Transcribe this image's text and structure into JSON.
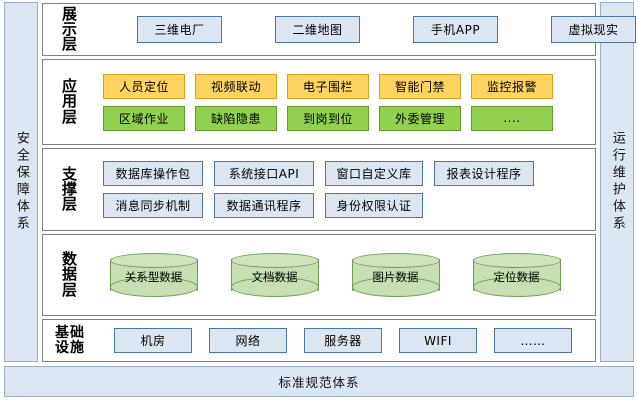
{
  "bands": {
    "left": {
      "label": "安全保障体系"
    },
    "right": {
      "label": "运行维护体系"
    }
  },
  "bottom_bar": {
    "label": "标准规范体系"
  },
  "layers": [
    {
      "key": "presentation",
      "title": "展示层",
      "title_lines": [
        "展",
        "示",
        "层"
      ],
      "style": "blue",
      "rows": [
        {
          "nodes": [
            "三维电厂",
            "二维地图",
            "手机APP",
            "虚拟现实"
          ]
        }
      ]
    },
    {
      "key": "application",
      "title": "应用层",
      "title_lines": [
        "应",
        "用",
        "层"
      ],
      "rows": [
        {
          "style": "yellow",
          "nodes": [
            "人员定位",
            "视频联动",
            "电子围栏",
            "智能门禁",
            "监控报警"
          ]
        },
        {
          "style": "green",
          "nodes": [
            "区域作业",
            "缺陷隐患",
            "到岗到位",
            "外委管理",
            "...."
          ]
        }
      ]
    },
    {
      "key": "support",
      "title": "支撑层",
      "title_lines": [
        "支",
        "撑",
        "层"
      ],
      "style": "blue",
      "rows": [
        {
          "nodes": [
            "数据库操作包",
            "系统接口API",
            "窗口自定义库",
            "报表设计程序"
          ]
        },
        {
          "nodes": [
            "消息同步机制",
            "数据通讯程序",
            "身份权限认证"
          ]
        }
      ]
    },
    {
      "key": "data",
      "title": "数据层",
      "title_lines": [
        "数",
        "据",
        "层"
      ],
      "style": "cylinder",
      "rows": [
        {
          "nodes": [
            "关系型数据",
            "文档数据",
            "图片数据",
            "定位数据"
          ]
        }
      ]
    },
    {
      "key": "infrastructure",
      "title": "基础设施",
      "title_lines": [
        "基础",
        "设施"
      ],
      "style": "blue",
      "rows": [
        {
          "nodes": [
            "机房",
            "网络",
            "服务器",
            "WIFI",
            "……"
          ]
        }
      ]
    }
  ],
  "colors": {
    "band_fill": "#dce6f2",
    "band_border": "#9aaec8",
    "blue_fill": "#dce6f2",
    "blue_border": "#4a77a8",
    "yellow_fill": "#fcd45f",
    "yellow_border": "#d6a21c",
    "green_fill": "#92d050",
    "green_border": "#5f9b27",
    "cylinder_fill": "#c6e0b4",
    "cylinder_border": "#6f9d52",
    "layer_border": "#808080"
  }
}
